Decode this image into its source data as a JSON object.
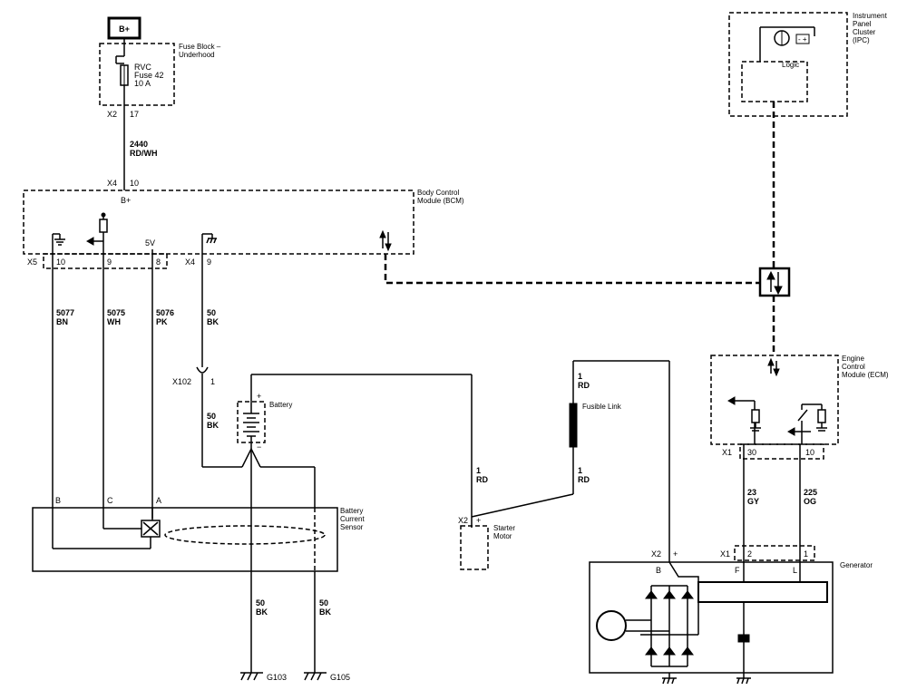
{
  "components": {
    "b_plus_source": "B+",
    "fuse_block": "Fuse Block – Underhood",
    "fuse_name": "RVC",
    "fuse_number": "Fuse 42",
    "fuse_rating": "10 A",
    "ipc": "Instrument Panel Cluster (IPC)",
    "ipc_logic": "Logic",
    "bcm": "Body Control Module (BCM)",
    "bcm_bplus": "B+",
    "bcm_5v": "5V",
    "ecm": "Engine Control Module (ECM)",
    "battery": "Battery",
    "battery_current_sensor": "Battery Current Sensor",
    "starter_motor": "Starter Motor",
    "fusible_link": "Fusible Link",
    "generator": "Generator"
  },
  "connectors": {
    "x2_fuse": "X2",
    "x2_fuse_pin": "17",
    "x4_bcm_top": "X4",
    "x4_bcm_top_pin": "10",
    "x5_bcm": "X5",
    "x5_pin_10": "10",
    "x5_pin_9": "9",
    "x5_pin_8": "8",
    "x4_bcm_bottom": "X4",
    "x4_bcm_bottom_pin": "9",
    "x102": "X102",
    "x102_pin": "1",
    "sensor_pin_b": "B",
    "sensor_pin_c": "C",
    "sensor_pin_a": "A",
    "x2_starter": "X2",
    "x2_starter_plus": "+",
    "x1_ecm": "X1",
    "x1_ecm_pin_30": "30",
    "x1_ecm_pin_10": "10",
    "x2_gen": "X2",
    "x2_gen_plus": "+",
    "x1_gen": "X1",
    "x1_gen_pin_2": "2",
    "x1_gen_pin_1": "1",
    "gen_term_b": "B",
    "gen_term_f": "F",
    "gen_term_l": "L"
  },
  "wires": {
    "w2440_num": "2440",
    "w2440_color": "RD/WH",
    "w5077_num": "5077",
    "w5077_color": "BN",
    "w5075_num": "5075",
    "w5075_color": "WH",
    "w5076_num": "5076",
    "w5076_color": "PK",
    "w50a_num": "50",
    "w50a_color": "BK",
    "w50b_num": "50",
    "w50b_color": "BK",
    "w50c_num": "50",
    "w50c_color": "BK",
    "w50d_num": "50",
    "w50d_color": "BK",
    "w1a_num": "1",
    "w1a_color": "RD",
    "w1b_num": "1",
    "w1b_color": "RD",
    "w1c_num": "1",
    "w1c_color": "RD",
    "w23_num": "23",
    "w23_color": "GY",
    "w225_num": "225",
    "w225_color": "OG"
  },
  "grounds": {
    "g103": "G103",
    "g105": "G105"
  }
}
